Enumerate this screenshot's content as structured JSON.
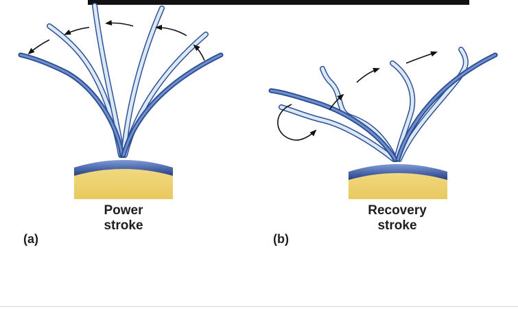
{
  "panels": [
    {
      "letter": "(a)",
      "caption_line1": "Power",
      "caption_line2": "stroke"
    },
    {
      "letter": "(b)",
      "caption_line1": "Recovery",
      "caption_line2": "stroke"
    }
  ],
  "colors": {
    "cilium_outline": "#2e4f94",
    "cilium_fill_light": "#dbe9f7",
    "cilium_dark": "#3b5fa8",
    "cell_membrane": "#2c4a94",
    "cytoplasm": "#f0d77f",
    "arrow": "#111111",
    "top_bar": "#111111"
  }
}
